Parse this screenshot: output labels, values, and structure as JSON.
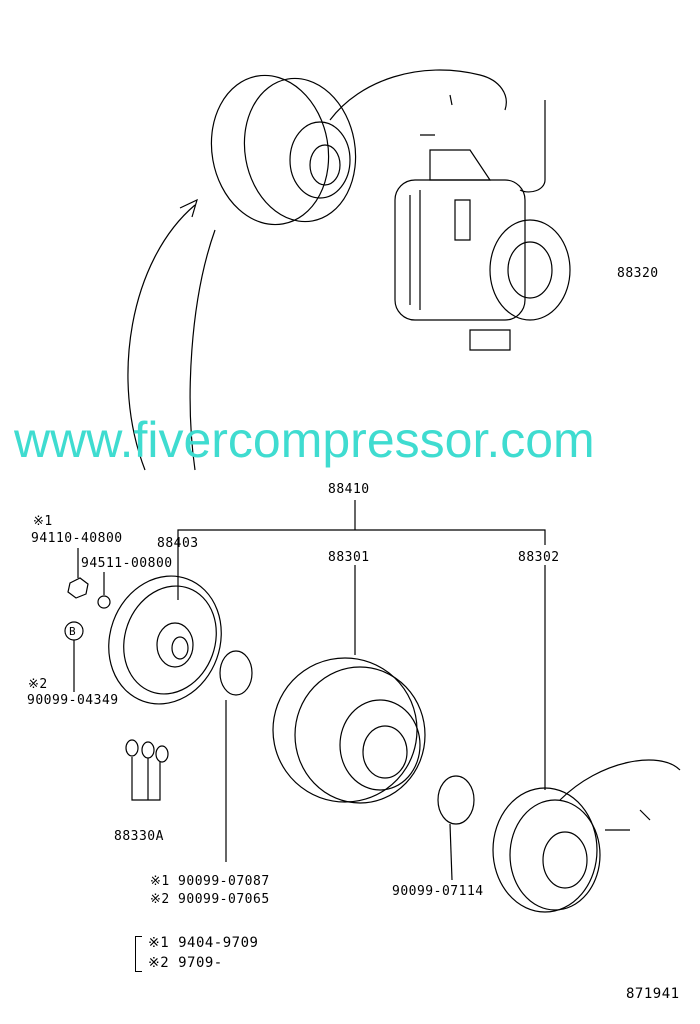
{
  "watermark": "www.fivercompressor.com",
  "labels": {
    "compressor": "88320",
    "assembly": "88410",
    "pressure_plate": "88403",
    "pulley": "88301",
    "stator": "88302",
    "nut_mark": "※1",
    "nut": "94110-40800",
    "washer": "94511-00800",
    "bolt_callout": "B",
    "bolt_mark": "※2",
    "bolt": "90099-04349",
    "shims": "88330A",
    "snap_ring_1": "※1 90099-07087",
    "snap_ring_2": "※2 90099-07065",
    "snap_ring_stator": "90099-07114",
    "legend_1": "※1  9404-9709",
    "legend_2": "※2  9709-",
    "diagram_id": "871941"
  },
  "colors": {
    "watermark": "#3fdcd0"
  }
}
